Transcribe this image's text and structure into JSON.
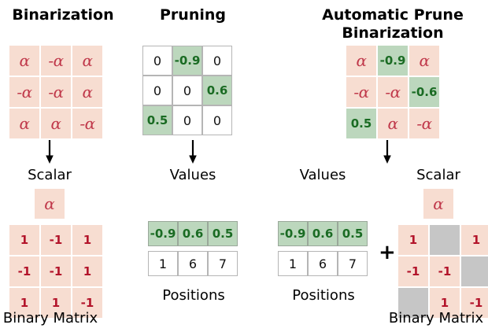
{
  "figure": {
    "panels": {
      "binarization": {
        "title": "Binarization",
        "matrix_rows": [
          [
            "α",
            "-α",
            "α"
          ],
          [
            "-α",
            "-α",
            "α"
          ],
          [
            "α",
            "α",
            "-α"
          ]
        ],
        "scalar_label": "Scalar",
        "scalar_value": "α",
        "binary_label": "Binary Matrix",
        "binary_rows": [
          [
            "1",
            "-1",
            "1"
          ],
          [
            "-1",
            "-1",
            "1"
          ],
          [
            "1",
            "1",
            "-1"
          ]
        ]
      },
      "pruning": {
        "title": "Pruning",
        "matrix_rows": [
          [
            "0",
            "-0.9",
            "0"
          ],
          [
            "0",
            "0",
            "0.6"
          ],
          [
            "0.5",
            "0",
            "0"
          ]
        ],
        "matrix_kept": [
          [
            false,
            true,
            false
          ],
          [
            false,
            false,
            true
          ],
          [
            true,
            false,
            false
          ]
        ],
        "values_label": "Values",
        "values": [
          "-0.9",
          "0.6",
          "0.5"
        ],
        "positions_label": "Positions",
        "positions": [
          "1",
          "6",
          "7"
        ]
      },
      "automatic_prune_binarization": {
        "title": "Automatic Prune\nBinarization",
        "matrix_rows": [
          [
            "α",
            "-0.9",
            "α"
          ],
          [
            "-α",
            "-α",
            "-0.6"
          ],
          [
            "0.5",
            "α",
            "-α"
          ]
        ],
        "matrix_kinds": [
          [
            "alpha",
            "green",
            "alpha"
          ],
          [
            "alpha",
            "alpha",
            "green"
          ],
          [
            "green",
            "alpha",
            "alpha"
          ]
        ],
        "values_label": "Values",
        "values": [
          "-0.9",
          "0.6",
          "0.5"
        ],
        "positions_label": "Positions",
        "positions": [
          "1",
          "6",
          "7"
        ],
        "plus_sign": "+",
        "scalar_label": "Scalar",
        "scalar_value": "α",
        "binary_label": "Binary Matrix",
        "binary_rows": [
          [
            "1",
            "",
            "1"
          ],
          [
            "-1",
            "-1",
            ""
          ],
          [
            "",
            "1",
            "-1"
          ]
        ],
        "binary_masked": [
          [
            false,
            true,
            false
          ],
          [
            false,
            false,
            true
          ],
          [
            true,
            false,
            false
          ]
        ]
      }
    },
    "colors": {
      "alpha_fill": "#f7ddd1",
      "alpha_text": "#c0394b",
      "green_fill": "#bcd7bd",
      "green_text": "#1a6b23",
      "binary_text": "#b3152b",
      "masked_fill": "#c6c6c6",
      "cell_border": "#b5b5b5",
      "background": "#ffffff",
      "label_text": "#000000"
    },
    "icons": {
      "down_arrow": "down-arrow-icon"
    }
  }
}
